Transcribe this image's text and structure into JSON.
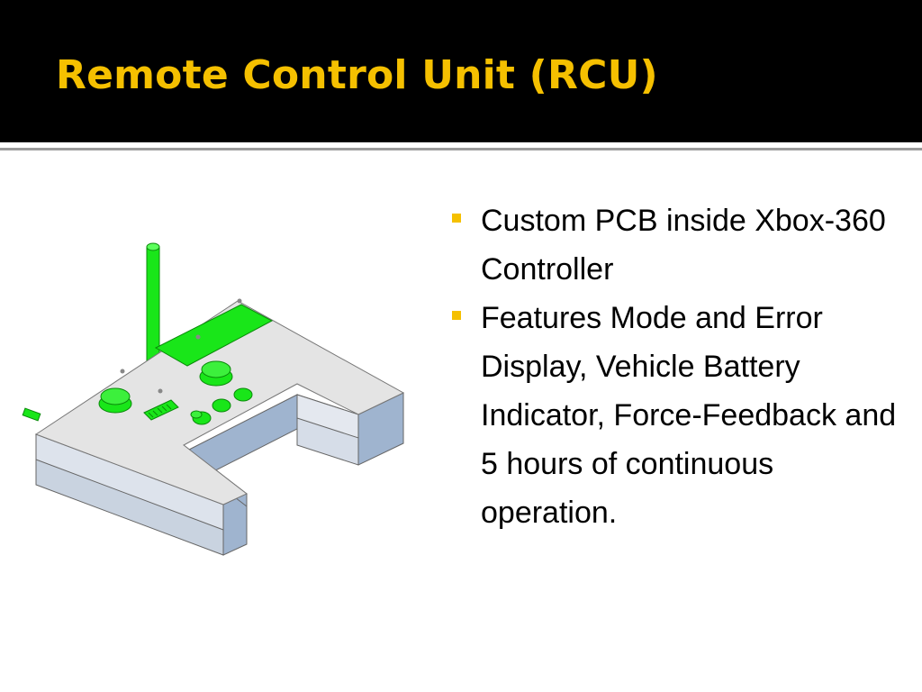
{
  "slide": {
    "title": "Remote Control Unit (RCU)",
    "bullets": [
      {
        "text": "Custom PCB inside Xbox-360 Controller"
      },
      {
        "text": "Features Mode and Error Display, Vehicle Battery Indicator, Force-Feedback and 5 hours of continuous operation."
      }
    ]
  },
  "colors": {
    "title_bg": "#000000",
    "title_text": "#f5c000",
    "bullet_marker": "#f5c000",
    "component_green": "#19e619",
    "body_top": "#e4e4e4",
    "body_side": "#9fb4cf"
  },
  "figure": {
    "icon": "rcu-cad-model-icon"
  }
}
